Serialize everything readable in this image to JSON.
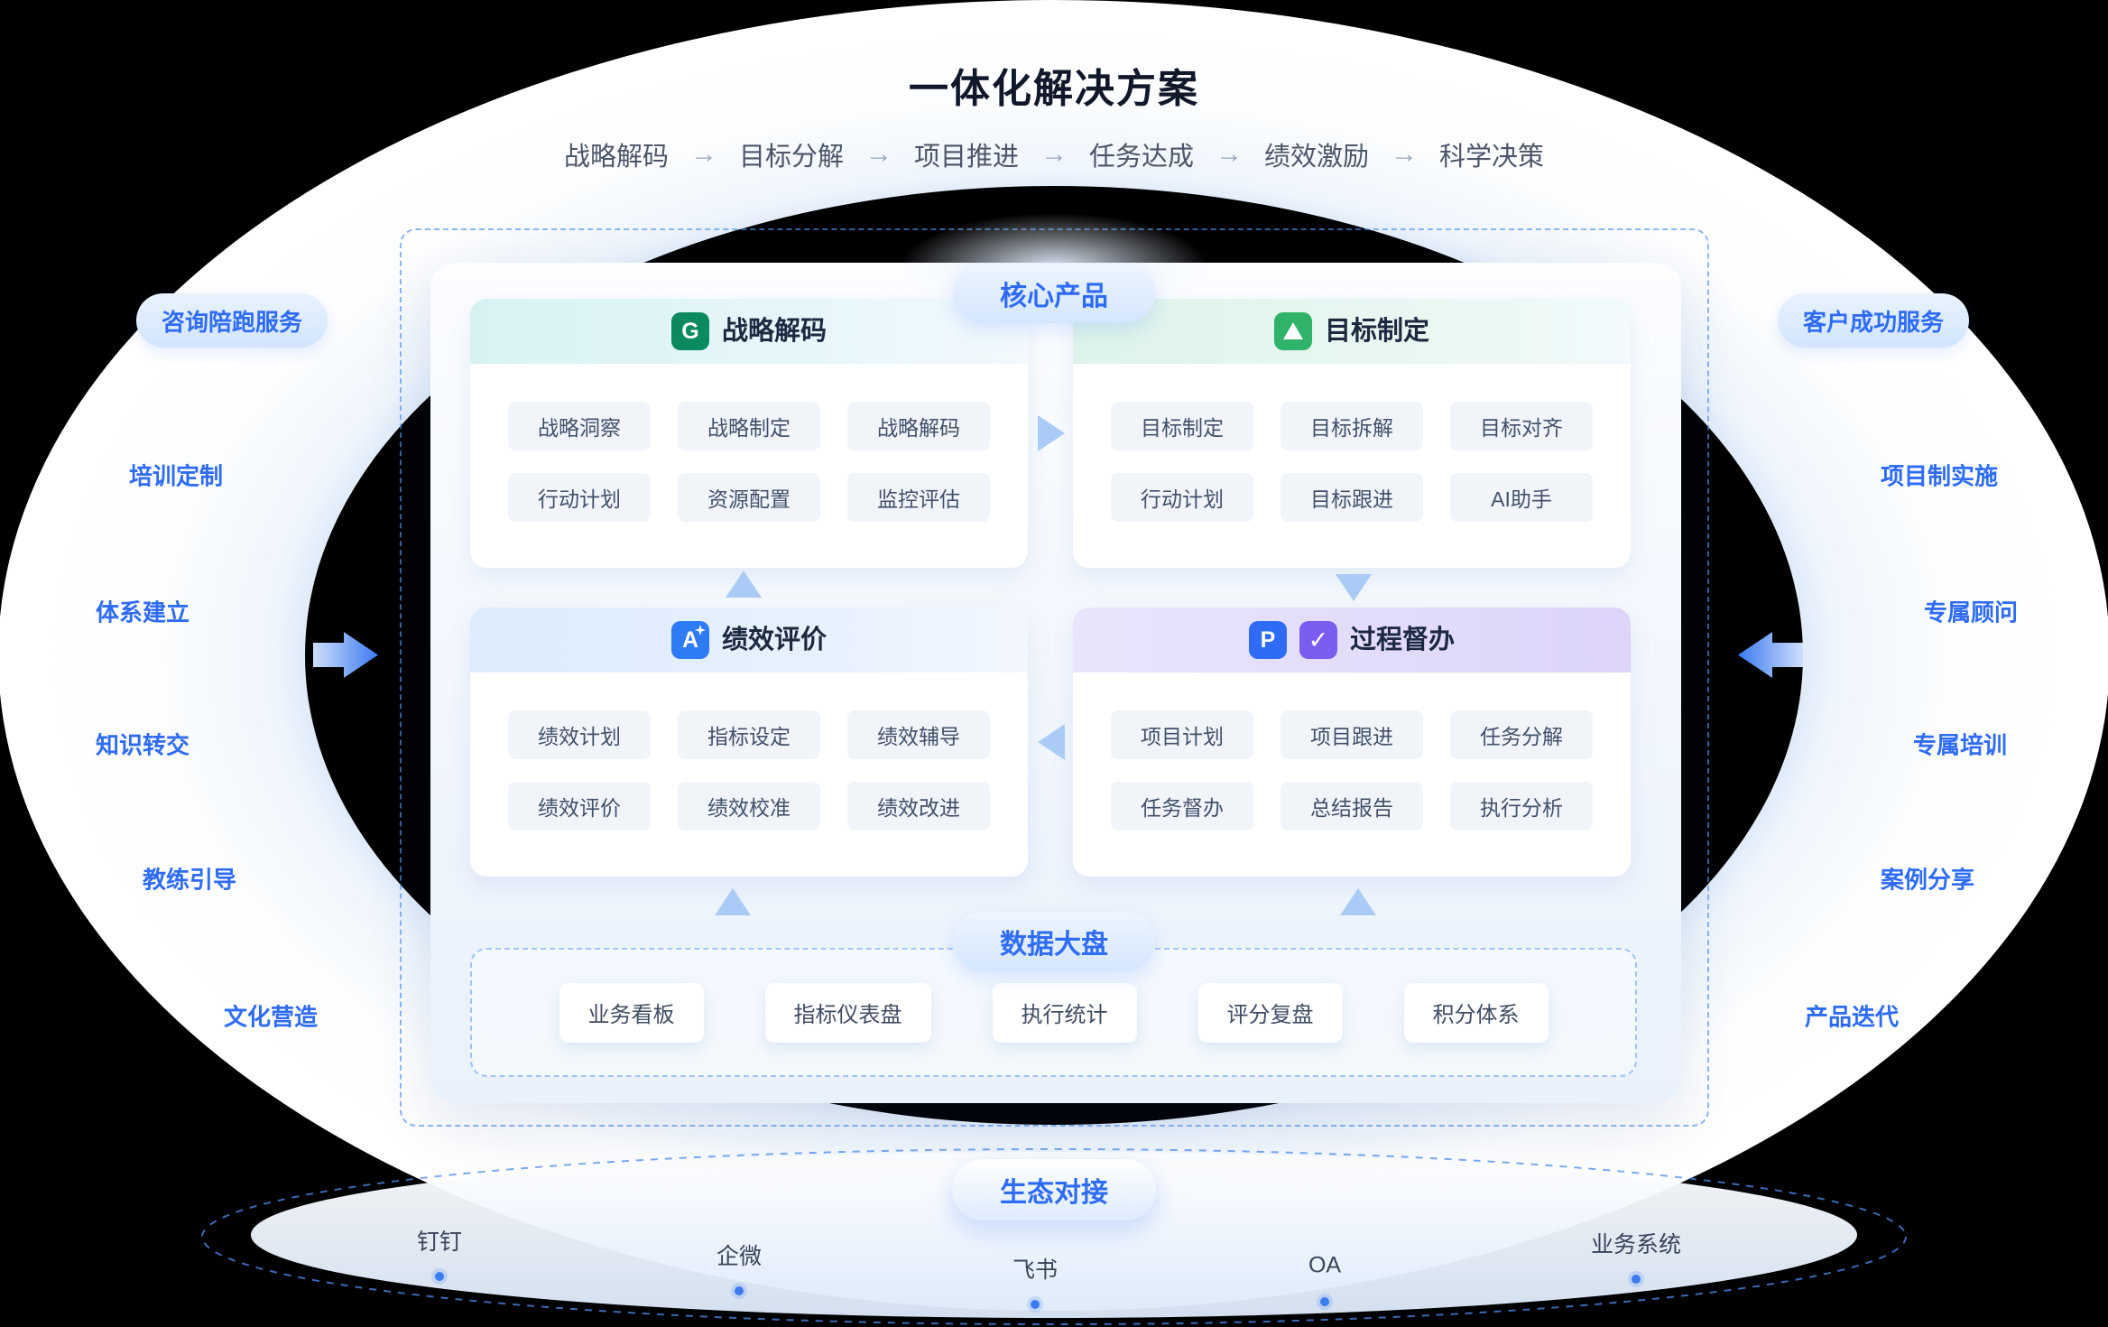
{
  "title": "一体化解决方案",
  "flow": {
    "separator": "→",
    "steps": [
      "战略解码",
      "目标分解",
      "项目推进",
      "任务达成",
      "绩效激励",
      "科学决策"
    ]
  },
  "left_panel": {
    "badge": "咨询陪跑服务",
    "items": [
      "培训定制",
      "体系建立",
      "知识转交",
      "教练引导",
      "文化营造"
    ]
  },
  "right_panel": {
    "badge": "客户成功服务",
    "items": [
      "项目制实施",
      "专属顾问",
      "专属培训",
      "案例分享",
      "产品迭代"
    ]
  },
  "core": {
    "badge": "核心产品",
    "cards": [
      {
        "title": "战略解码",
        "icon": "g-logo-icon",
        "icon_glyph": "G",
        "items": [
          "战略洞察",
          "战略制定",
          "战略解码",
          "行动计划",
          "资源配置",
          "监控评估"
        ]
      },
      {
        "title": "目标制定",
        "icon": "goal-triangle-icon",
        "icon_glyph": "",
        "items": [
          "目标制定",
          "目标拆解",
          "目标对齐",
          "行动计划",
          "目标跟进",
          "AI助手"
        ]
      },
      {
        "title": "绩效评价",
        "icon": "performance-a-icon",
        "icon_glyph": "A",
        "items": [
          "绩效计划",
          "指标设定",
          "绩效辅导",
          "绩效评价",
          "绩效校准",
          "绩效改进"
        ]
      },
      {
        "title": "过程督办",
        "icon": "project-p-icon",
        "icon_glyph": "P",
        "icon2_glyph": "✓",
        "items": [
          "项目计划",
          "项目跟进",
          "任务分解",
          "任务督办",
          "总结报告",
          "执行分析"
        ]
      }
    ]
  },
  "data_board": {
    "badge": "数据大盘",
    "items": [
      "业务看板",
      "指标仪表盘",
      "执行统计",
      "评分复盘",
      "积分体系"
    ]
  },
  "ecosystem": {
    "badge": "生态对接",
    "items": [
      "钉钉",
      "企微",
      "飞书",
      "OA",
      "业务系统"
    ]
  },
  "colors": {
    "accent_blue": "#2F6CF6",
    "icon_green_dark": "#0C8A5F",
    "icon_green": "#2FB26A",
    "icon_blue": "#2E7BF6",
    "icon_purple": "#7A5CF0",
    "header_cyan": "#D8F2F3",
    "header_green": "#DDF3EA",
    "header_blue": "#DCEBFD",
    "header_purple": "#DDD4F8",
    "text_dark": "#1C2940",
    "text_gray": "#4C5668"
  }
}
